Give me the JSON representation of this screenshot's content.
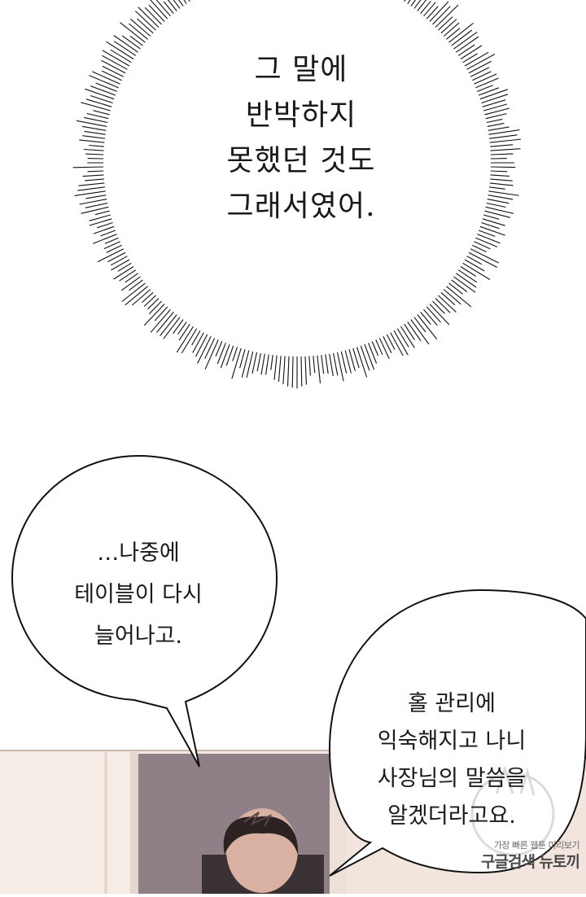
{
  "panel_top": {
    "narration_lines": "그 말에\n반박하지\n못했던 것도\n그래서였어."
  },
  "panel_bottom": {
    "left_bubble_lines": "…나중에\n테이블이 다시\n늘어나고.",
    "right_bubble_lines": "홀 관리에\n익숙해지고 나니\n사장님의 말씀을\n알겠더라고요."
  },
  "watermark": {
    "tagline": "가장 빠른 웹툰 미리보기",
    "brand": "구글검색 뉴토끼"
  },
  "colors": {
    "ink": "#1a1a1a",
    "wall": "#f4e9e2",
    "door": "#8f7f87",
    "hair": "#2d2222"
  }
}
